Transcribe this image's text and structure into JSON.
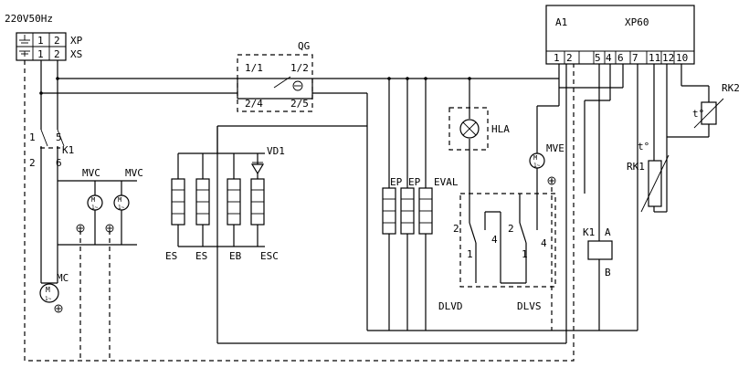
{
  "supply": {
    "label": "220V50Hz",
    "plug": "XP",
    "socket": "XS",
    "pin1": "1",
    "pin2": "2"
  },
  "breaker": {
    "label": "QG",
    "t11": "1/1",
    "t12": "1/2",
    "t24": "2/4",
    "t25": "2/5"
  },
  "contactor": {
    "label": "K1",
    "t1": "1",
    "t2": "2",
    "t5": "5",
    "t6": "6"
  },
  "fans": {
    "mvc1": "MVC",
    "mvc2": "MVC",
    "mve": "MVE",
    "motor_glyph": "M",
    "phase_glyph": "1~"
  },
  "compressor": {
    "label": "MC"
  },
  "heaters": {
    "es1": "ES",
    "es2": "ES",
    "eb": "EB",
    "esc": "ESC",
    "diode": "VD1"
  },
  "evap_heaters": {
    "ep1": "EP",
    "ep2": "EP",
    "eval": "EVAL"
  },
  "lamp": {
    "label": "HLA"
  },
  "controller": {
    "label": "A1",
    "connector": "XP60",
    "pins": [
      "1",
      "2",
      "5",
      "4",
      "6",
      "7",
      "11",
      "12",
      "10"
    ]
  },
  "probes": {
    "rk1": "RK1",
    "rk2": "RK2",
    "temp_symbol": "t°"
  },
  "relay": {
    "label": "K1",
    "a": "A",
    "b": "B"
  },
  "door_switches": {
    "dlvd": "DLVD",
    "dlvs": "DLVS",
    "c2": "2",
    "c4": "4",
    "c1": "1"
  },
  "colors": {
    "line": "#000000",
    "background": "#ffffff"
  }
}
